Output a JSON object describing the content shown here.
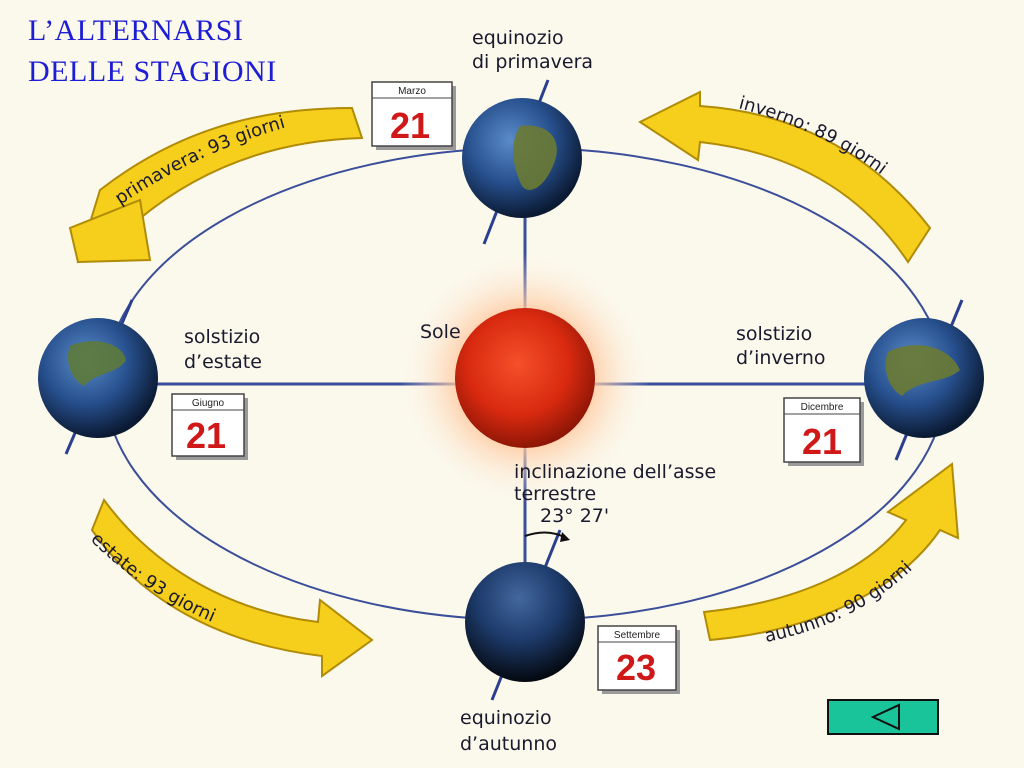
{
  "title": {
    "line1": "L’ALTERNARSI",
    "line2": "DELLE STAGIONI"
  },
  "sun": {
    "label": "Sole"
  },
  "positions": {
    "spring": {
      "label1": "equinozio",
      "label2": "di primavera",
      "month": "Marzo",
      "day": "21"
    },
    "summer": {
      "label1": "solstizio",
      "label2": "d’estate",
      "month": "Giugno",
      "day": "21"
    },
    "winter": {
      "label1": "solstizio",
      "label2": "d’inverno",
      "month": "Dicembre",
      "day": "21"
    },
    "autumn": {
      "label1": "equinozio",
      "label2": "d’autunno",
      "month": "Settembre",
      "day": "23"
    }
  },
  "season_arcs": {
    "spring": "primavera: 93 giorni",
    "winter": "inverno: 89 giorni",
    "summer": "estate: 93 giorni",
    "autumn": "autunno: 90 giorni"
  },
  "axis_tilt": {
    "label1": "inclinazione dell’asse",
    "label2": "terrestre",
    "value": "23° 27'"
  },
  "colors": {
    "title": "#1d1dd6",
    "orbit": "#3b4e9a",
    "arrow_fill": "#f6cf1c",
    "sun": "#d92a10",
    "back_button": "#19c49a"
  },
  "icons": {
    "back": "back-triangle-icon"
  }
}
